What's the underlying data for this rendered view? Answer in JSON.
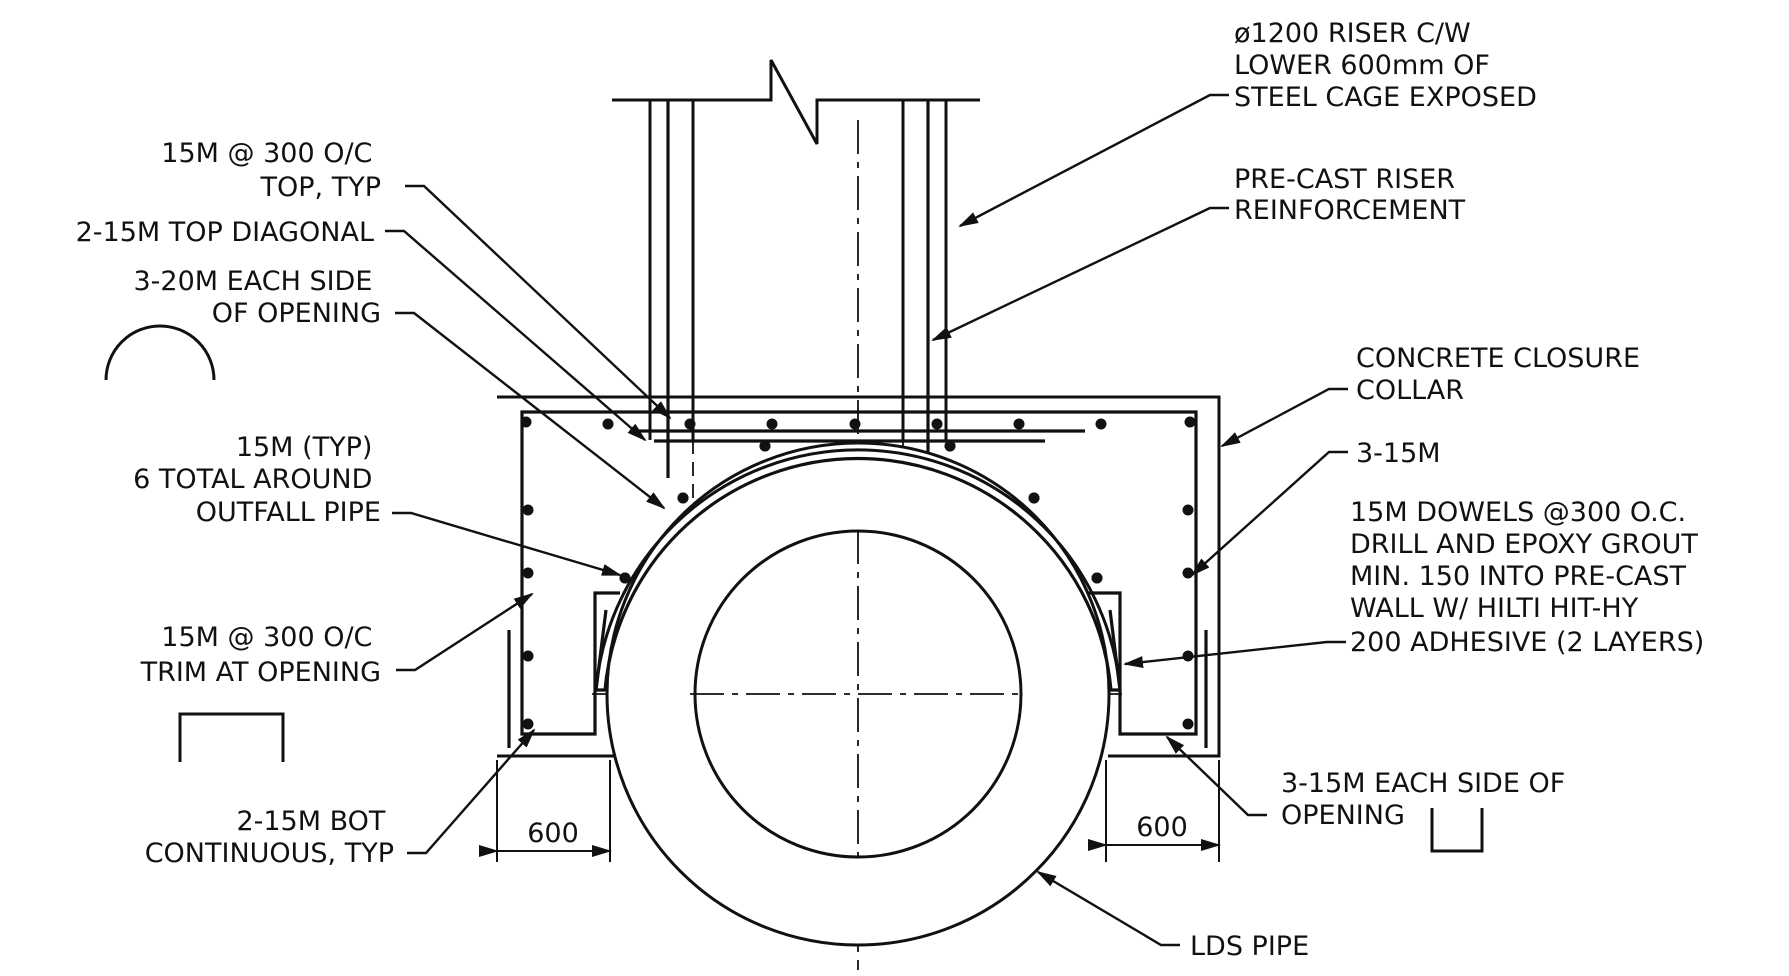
{
  "labels": {
    "riser": [
      "ø1200 RISER C/W",
      "LOWER 600mm OF",
      "STEEL CAGE EXPOSED"
    ],
    "precast_riser": [
      "PRE-CAST RISER",
      "REINFORCEMENT"
    ],
    "top_bars": [
      "15M @ 300 O/C",
      "TOP, TYP"
    ],
    "top_diagonal": [
      "2-15M TOP DIAGONAL"
    ],
    "each_side_20m": [
      "3-20M EACH SIDE",
      "OF OPENING"
    ],
    "collar": [
      "CONCRETE CLOSURE",
      "COLLAR"
    ],
    "three_15m": [
      "3-15M"
    ],
    "around_pipe": [
      "15M (TYP)",
      "6 TOTAL AROUND",
      "OUTFALL PIPE"
    ],
    "dowels": [
      "15M DOWELS @300 O.C.",
      "DRILL AND EPOXY GROUT",
      "MIN. 150 INTO PRE-CAST",
      "WALL W/ HILTI HIT-HY",
      "200 ADHESIVE (2 LAYERS)"
    ],
    "trim": [
      "15M @ 300 O/C",
      "TRIM AT OPENING"
    ],
    "bot": [
      "2-15M BOT",
      "CONTINUOUS, TYP"
    ],
    "each_side_15m": [
      "3-15M EACH SIDE OF",
      "OPENING"
    ],
    "lds_pipe": [
      "LDS PIPE"
    ]
  },
  "dimensions": {
    "left_width": "600",
    "right_width": "600"
  },
  "colors": {
    "ink": "#111111",
    "paper": "#ffffff"
  }
}
